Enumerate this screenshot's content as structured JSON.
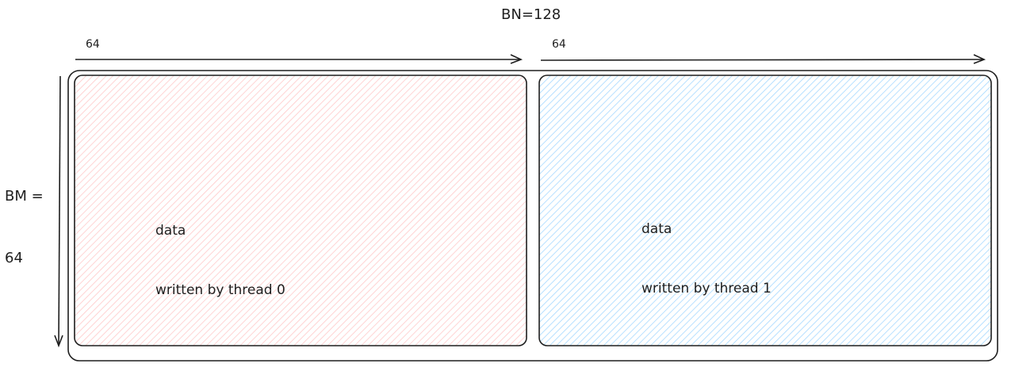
{
  "diagram": {
    "title": "BN=128",
    "column_widths": [
      "64",
      "64"
    ],
    "row_label_line1": "BM =",
    "row_label_line2": "64",
    "blocks": [
      {
        "line1": "data",
        "line2": "written by thread 0",
        "fill_color": "#ffc9c9"
      },
      {
        "line1": "data",
        "line2": "written by thread 1",
        "fill_color": "#a5d8ff"
      }
    ],
    "stroke_color": "#1e1e1e"
  }
}
